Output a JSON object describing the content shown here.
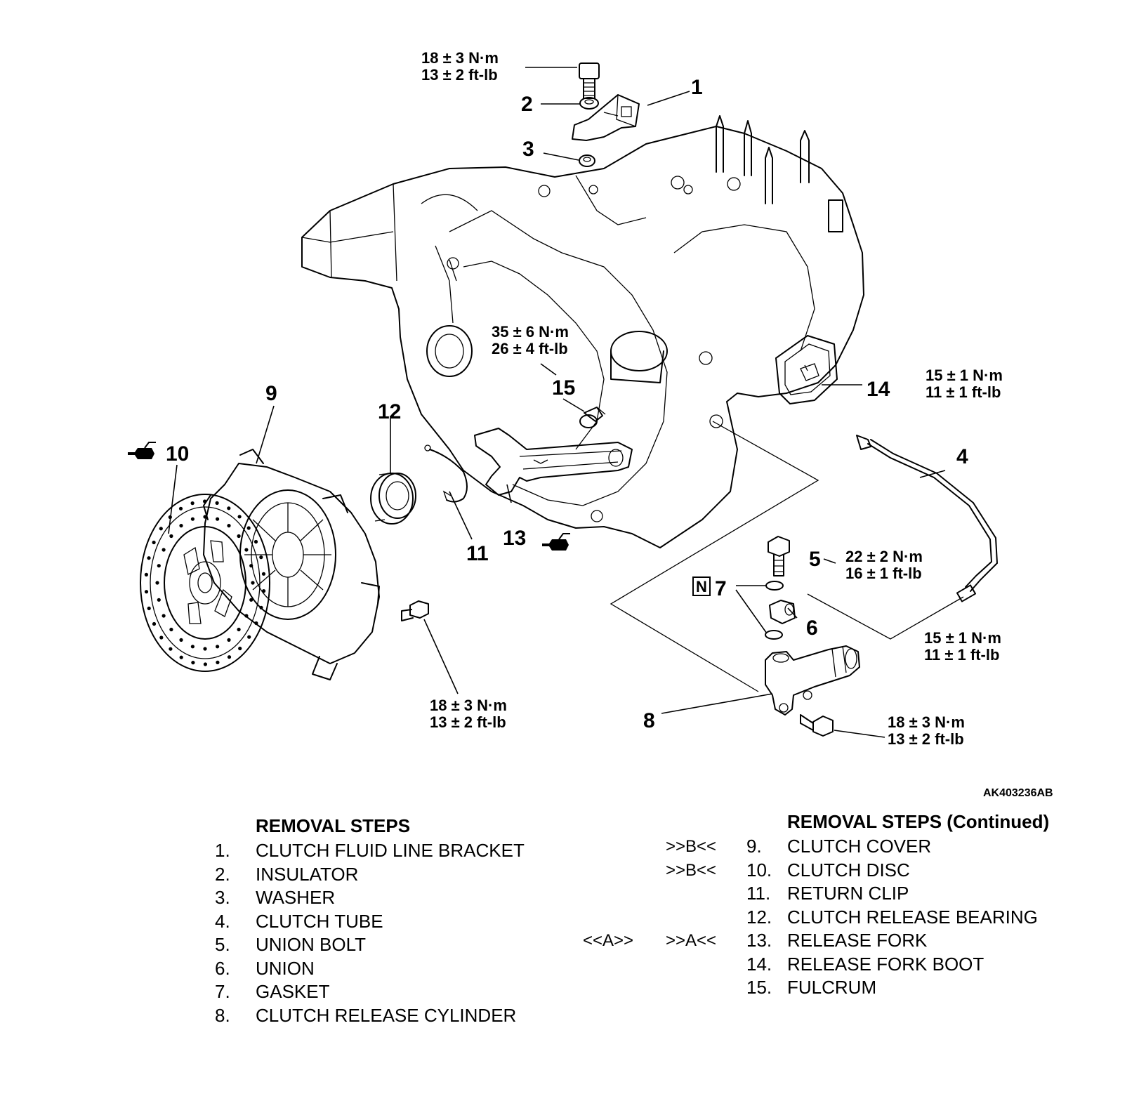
{
  "figure_id": "AK403236AB",
  "callouts": {
    "c1": "1",
    "c2": "2",
    "c3": "3",
    "c4": "4",
    "c5": "5",
    "c6": "6",
    "c7": "7",
    "c8": "8",
    "c9": "9",
    "c10": "10",
    "c11": "11",
    "c12": "12",
    "c13": "13",
    "c14": "14",
    "c15": "15",
    "n_mark": "N"
  },
  "torques": {
    "t_top": {
      "nm": "18 ± 3 N·m",
      "ftlb": "13 ± 2 ft-lb"
    },
    "t_fulcrum": {
      "nm": "35 ± 6 N·m",
      "ftlb": "26 ± 4 ft-lb"
    },
    "t_tube_upper": {
      "nm": "15 ± 1 N·m",
      "ftlb": "11 ± 1 ft-lb"
    },
    "t_union_bolt": {
      "nm": "22 ± 2 N·m",
      "ftlb": "16 ± 1 ft-lb"
    },
    "t_tube_lower": {
      "nm": "15 ± 1 N·m",
      "ftlb": "11 ± 1 ft-lb"
    },
    "t_cover_bolt": {
      "nm": "18 ± 3 N·m",
      "ftlb": "13 ± 2 ft-lb"
    },
    "t_cyl_bolt": {
      "nm": "18 ± 3 N·m",
      "ftlb": "13 ± 2 ft-lb"
    }
  },
  "removal_steps": {
    "heading": "REMOVAL STEPS",
    "items": [
      {
        "num": "1.",
        "text": "CLUTCH FLUID LINE BRACKET"
      },
      {
        "num": "2.",
        "text": "INSULATOR"
      },
      {
        "num": "3.",
        "text": "WASHER"
      },
      {
        "num": "4.",
        "text": "CLUTCH TUBE"
      },
      {
        "num": "5.",
        "text": "UNION BOLT"
      },
      {
        "num": "6.",
        "text": "UNION"
      },
      {
        "num": "7.",
        "text": "GASKET"
      },
      {
        "num": "8.",
        "text": "CLUTCH RELEASE CYLINDER"
      }
    ]
  },
  "removal_steps_continued": {
    "heading": "REMOVAL STEPS (Continued)",
    "items": [
      {
        "num": "9.",
        "text": "CLUTCH COVER",
        "install": ">>B<<",
        "removal": ""
      },
      {
        "num": "10.",
        "text": "CLUTCH DISC",
        "install": ">>B<<",
        "removal": ""
      },
      {
        "num": "11.",
        "text": "RETURN CLIP",
        "install": "",
        "removal": ""
      },
      {
        "num": "12.",
        "text": "CLUTCH RELEASE BEARING",
        "install": "",
        "removal": ""
      },
      {
        "num": "13.",
        "text": "RELEASE FORK",
        "install": ">>A<<",
        "removal": "<<A>>"
      },
      {
        "num": "14.",
        "text": "RELEASE FORK BOOT",
        "install": "",
        "removal": ""
      },
      {
        "num": "15.",
        "text": "FULCRUM",
        "install": "",
        "removal": ""
      }
    ]
  },
  "icons": [
    "grease-gun-icon",
    "new-part-icon"
  ]
}
